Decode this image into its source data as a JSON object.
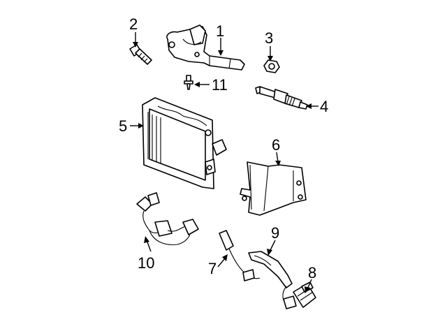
{
  "callouts": [
    {
      "id": "2",
      "text": "2"
    },
    {
      "id": "1",
      "text": "1"
    },
    {
      "id": "3",
      "text": "3"
    },
    {
      "id": "11",
      "text": "11"
    },
    {
      "id": "4",
      "text": "4"
    },
    {
      "id": "5",
      "text": "5"
    },
    {
      "id": "6",
      "text": "6"
    },
    {
      "id": "9",
      "text": "9"
    },
    {
      "id": "10",
      "text": "10"
    },
    {
      "id": "7",
      "text": "7"
    },
    {
      "id": "8",
      "text": "8"
    }
  ]
}
